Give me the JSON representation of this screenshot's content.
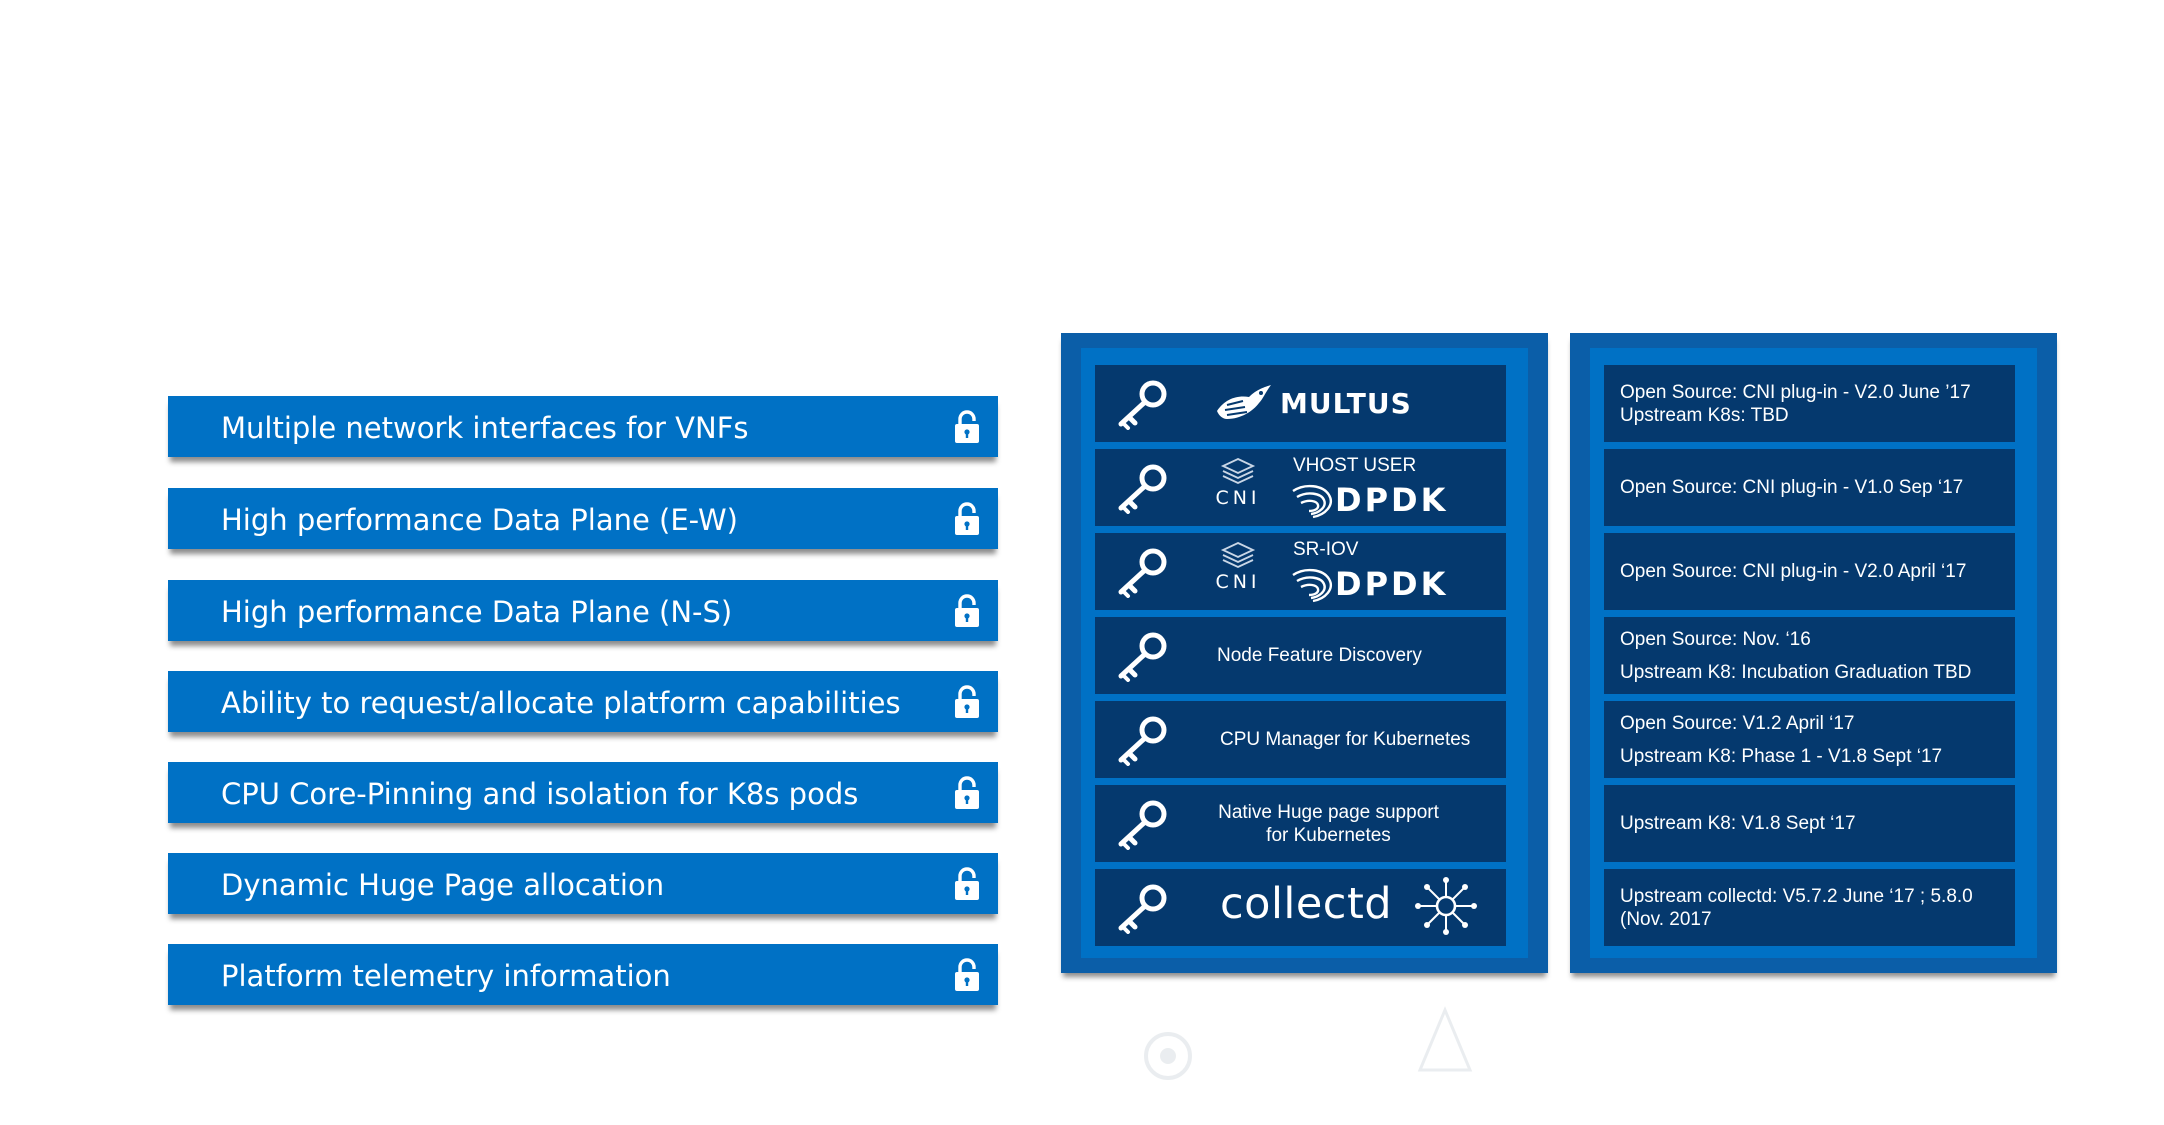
{
  "features": [
    {
      "label": "Multiple network interfaces for VNFs"
    },
    {
      "label": "High performance Data Plane (E-W)"
    },
    {
      "label": "High performance Data Plane (N-S)"
    },
    {
      "label": "Ability to request/allocate platform capabilities"
    },
    {
      "label": "CPU Core-Pinning and isolation for K8s pods"
    },
    {
      "label": "Dynamic Huge Page allocation"
    },
    {
      "label": "Platform telemetry information"
    }
  ],
  "components": {
    "multus": {
      "name": "MULTUS"
    },
    "vhost": {
      "cni": "CNI",
      "subtitle": "VHOST USER",
      "brand": "DPDK"
    },
    "sriov": {
      "cni": "CNI",
      "subtitle": "SR-IOV",
      "brand": "DPDK"
    },
    "nfd": {
      "label": "Node Feature Discovery"
    },
    "cpu_manager": {
      "label": "CPU Manager for Kubernetes"
    },
    "hugepage": {
      "line1": "Native Huge page support",
      "line2": "for Kubernetes"
    },
    "collectd": {
      "name": "collectd"
    }
  },
  "status": {
    "multus": {
      "line1": "Open Source:  CNI plug-in - V2.0 June ’17",
      "line2": "Upstream K8s: TBD"
    },
    "vhost": {
      "line1": "Open Source: CNI plug-in - V1.0 Sep ‘17"
    },
    "sriov": {
      "line1": "Open Source: CNI plug-in - V2.0 April ‘17"
    },
    "nfd": {
      "line1": "Open Source:  Nov. ‘16",
      "line2": "Upstream K8: Incubation Graduation TBD"
    },
    "cpu_manager": {
      "line1": "Open Source: V1.2 April ‘17",
      "line2": "Upstream K8:  Phase 1 - V1.8  Sept ‘17"
    },
    "hugepage": {
      "line1": "Upstream K8:   V1.8  Sept ‘17"
    },
    "collectd": {
      "line1": "Upstream collectd: V5.7.2 June ‘17 ; 5.8.0",
      "line2": "(Nov. 2017"
    }
  },
  "colors": {
    "feature_bar": "#0071c5",
    "panel_border": "#0b5ea8",
    "panel_fill": "#0071c5",
    "row_fill": "#05396e"
  },
  "icons": {
    "feature": "lock-icon",
    "component": "key-icon"
  }
}
